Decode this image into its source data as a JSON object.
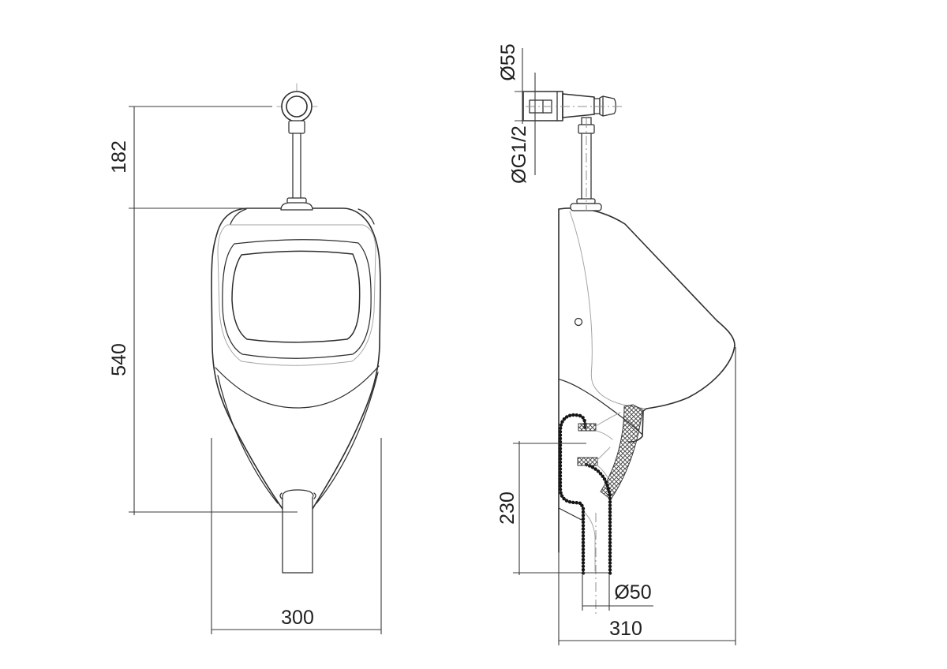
{
  "front_view": {
    "dim_pipe_height": "182",
    "dim_body_height": "540",
    "dim_width": "300"
  },
  "side_view": {
    "dim_valve_diameter": "Ø55",
    "dim_inlet_thread": "ØG1/2",
    "dim_trap_height": "230",
    "dim_outlet_diameter": "Ø50",
    "dim_depth": "310"
  },
  "colors": {
    "outline": "#2e2e2e",
    "dimension_line": "#3a3a3a",
    "thin_line": "#a5a5a5",
    "text": "#1f1f1f",
    "background": "#ffffff"
  }
}
